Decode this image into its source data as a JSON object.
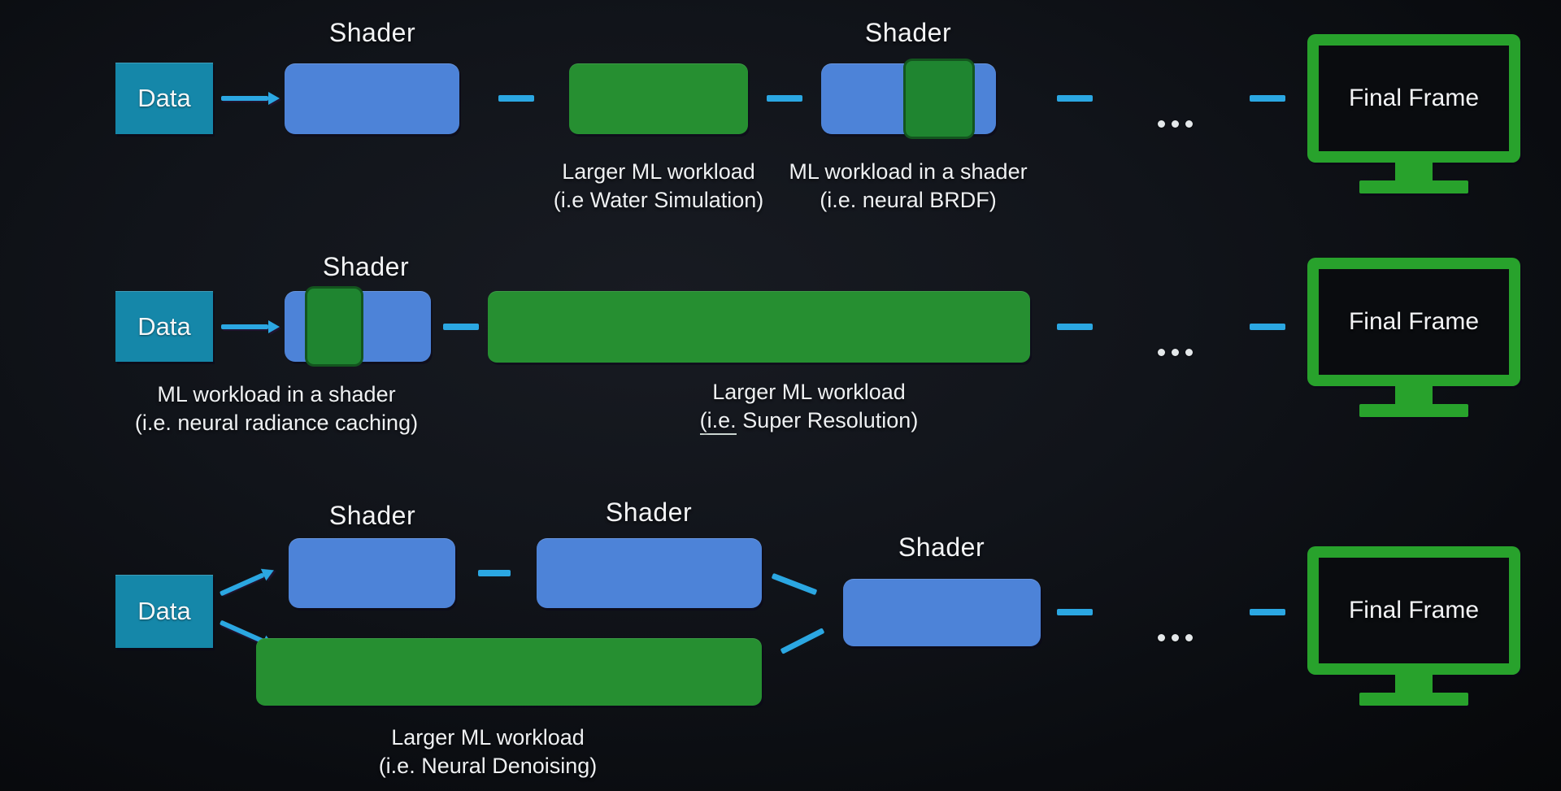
{
  "colors": {
    "background": "#0a0c10",
    "data_box_teal": "#1587a9",
    "shader_box_blue": "#4d83d8",
    "workload_green": "#268f31",
    "monitor_green": "#28a22c",
    "connector_cyan": "#2ba7e2",
    "text": "#eff1f3"
  },
  "icons": {
    "ellipsis": "...",
    "monitor": "final-frame-display",
    "arrow": "cyan-right-arrow"
  },
  "rows": {
    "r1": {
      "data_label": "Data",
      "shader_label_1": "Shader",
      "workload_caption_line1": "Larger ML workload",
      "workload_caption_line2": "(i.e Water Simulation)",
      "shader_label_2": "Shader",
      "inline_caption_line1": "ML workload in a shader",
      "inline_caption_line2": "(i.e. neural BRDF)",
      "final_frame_label": "Final Frame"
    },
    "r2": {
      "data_label": "Data",
      "shader_label": "Shader",
      "inline_caption_line1": "ML workload in a shader",
      "inline_caption_line2": "(i.e. neural radiance caching)",
      "workload_caption_line1": "Larger ML workload",
      "workload_caption_line2_prefix": "(i.e.",
      "workload_caption_line2_rest": " Super Resolution)",
      "final_frame_label": "Final Frame"
    },
    "r3": {
      "data_label": "Data",
      "shader_label_1": "Shader",
      "shader_label_2": "Shader",
      "shader_label_3": "Shader",
      "workload_caption_line1": "Larger ML workload",
      "workload_caption_line2": "(i.e. Neural Denoising)",
      "final_frame_label": "Final Frame"
    }
  }
}
